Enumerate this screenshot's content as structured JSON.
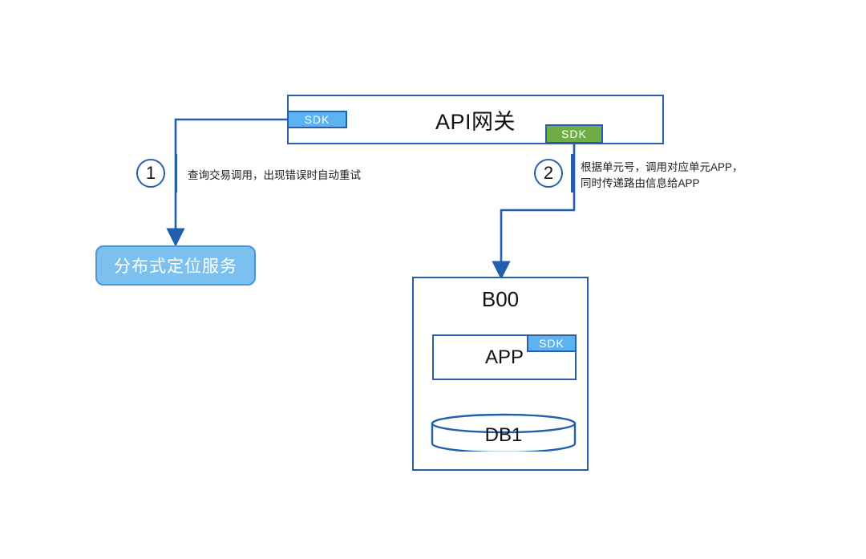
{
  "diagram": {
    "title_hidden": "",
    "gateway": {
      "label": "API网关",
      "sdk_left_label": "SDK",
      "sdk_right_label": "SDK",
      "sdk_left_color": "#5cb3f0",
      "sdk_right_color": "#70ad47",
      "border_color": "#2a5eaa"
    },
    "steps": [
      {
        "number": "1",
        "text": "查询交易调用，出现错误时自动重试"
      },
      {
        "number": "2",
        "text": "根据单元号，调用对应单元APP，\n同时传递路由信息给APP"
      }
    ],
    "locate_service": {
      "label": "分布式定位服务",
      "fill_color": "#7cc0f0",
      "border_color": "#4a96d8",
      "text_color": "#ffffff"
    },
    "unit": {
      "label": "B00",
      "app": {
        "label": "APP",
        "sdk_label": "SDK",
        "sdk_color": "#5cb3f0"
      },
      "database": {
        "label": "DB1"
      }
    },
    "connectors": [
      {
        "name": "gateway-to-locate-service",
        "from": "sdk-gateway-left",
        "to": "locate-service"
      },
      {
        "name": "gateway-to-b00",
        "from": "sdk-gateway-right",
        "to": "b00-box"
      },
      {
        "name": "app-to-db",
        "from": "app-box",
        "to": "db-cylinder"
      }
    ]
  }
}
